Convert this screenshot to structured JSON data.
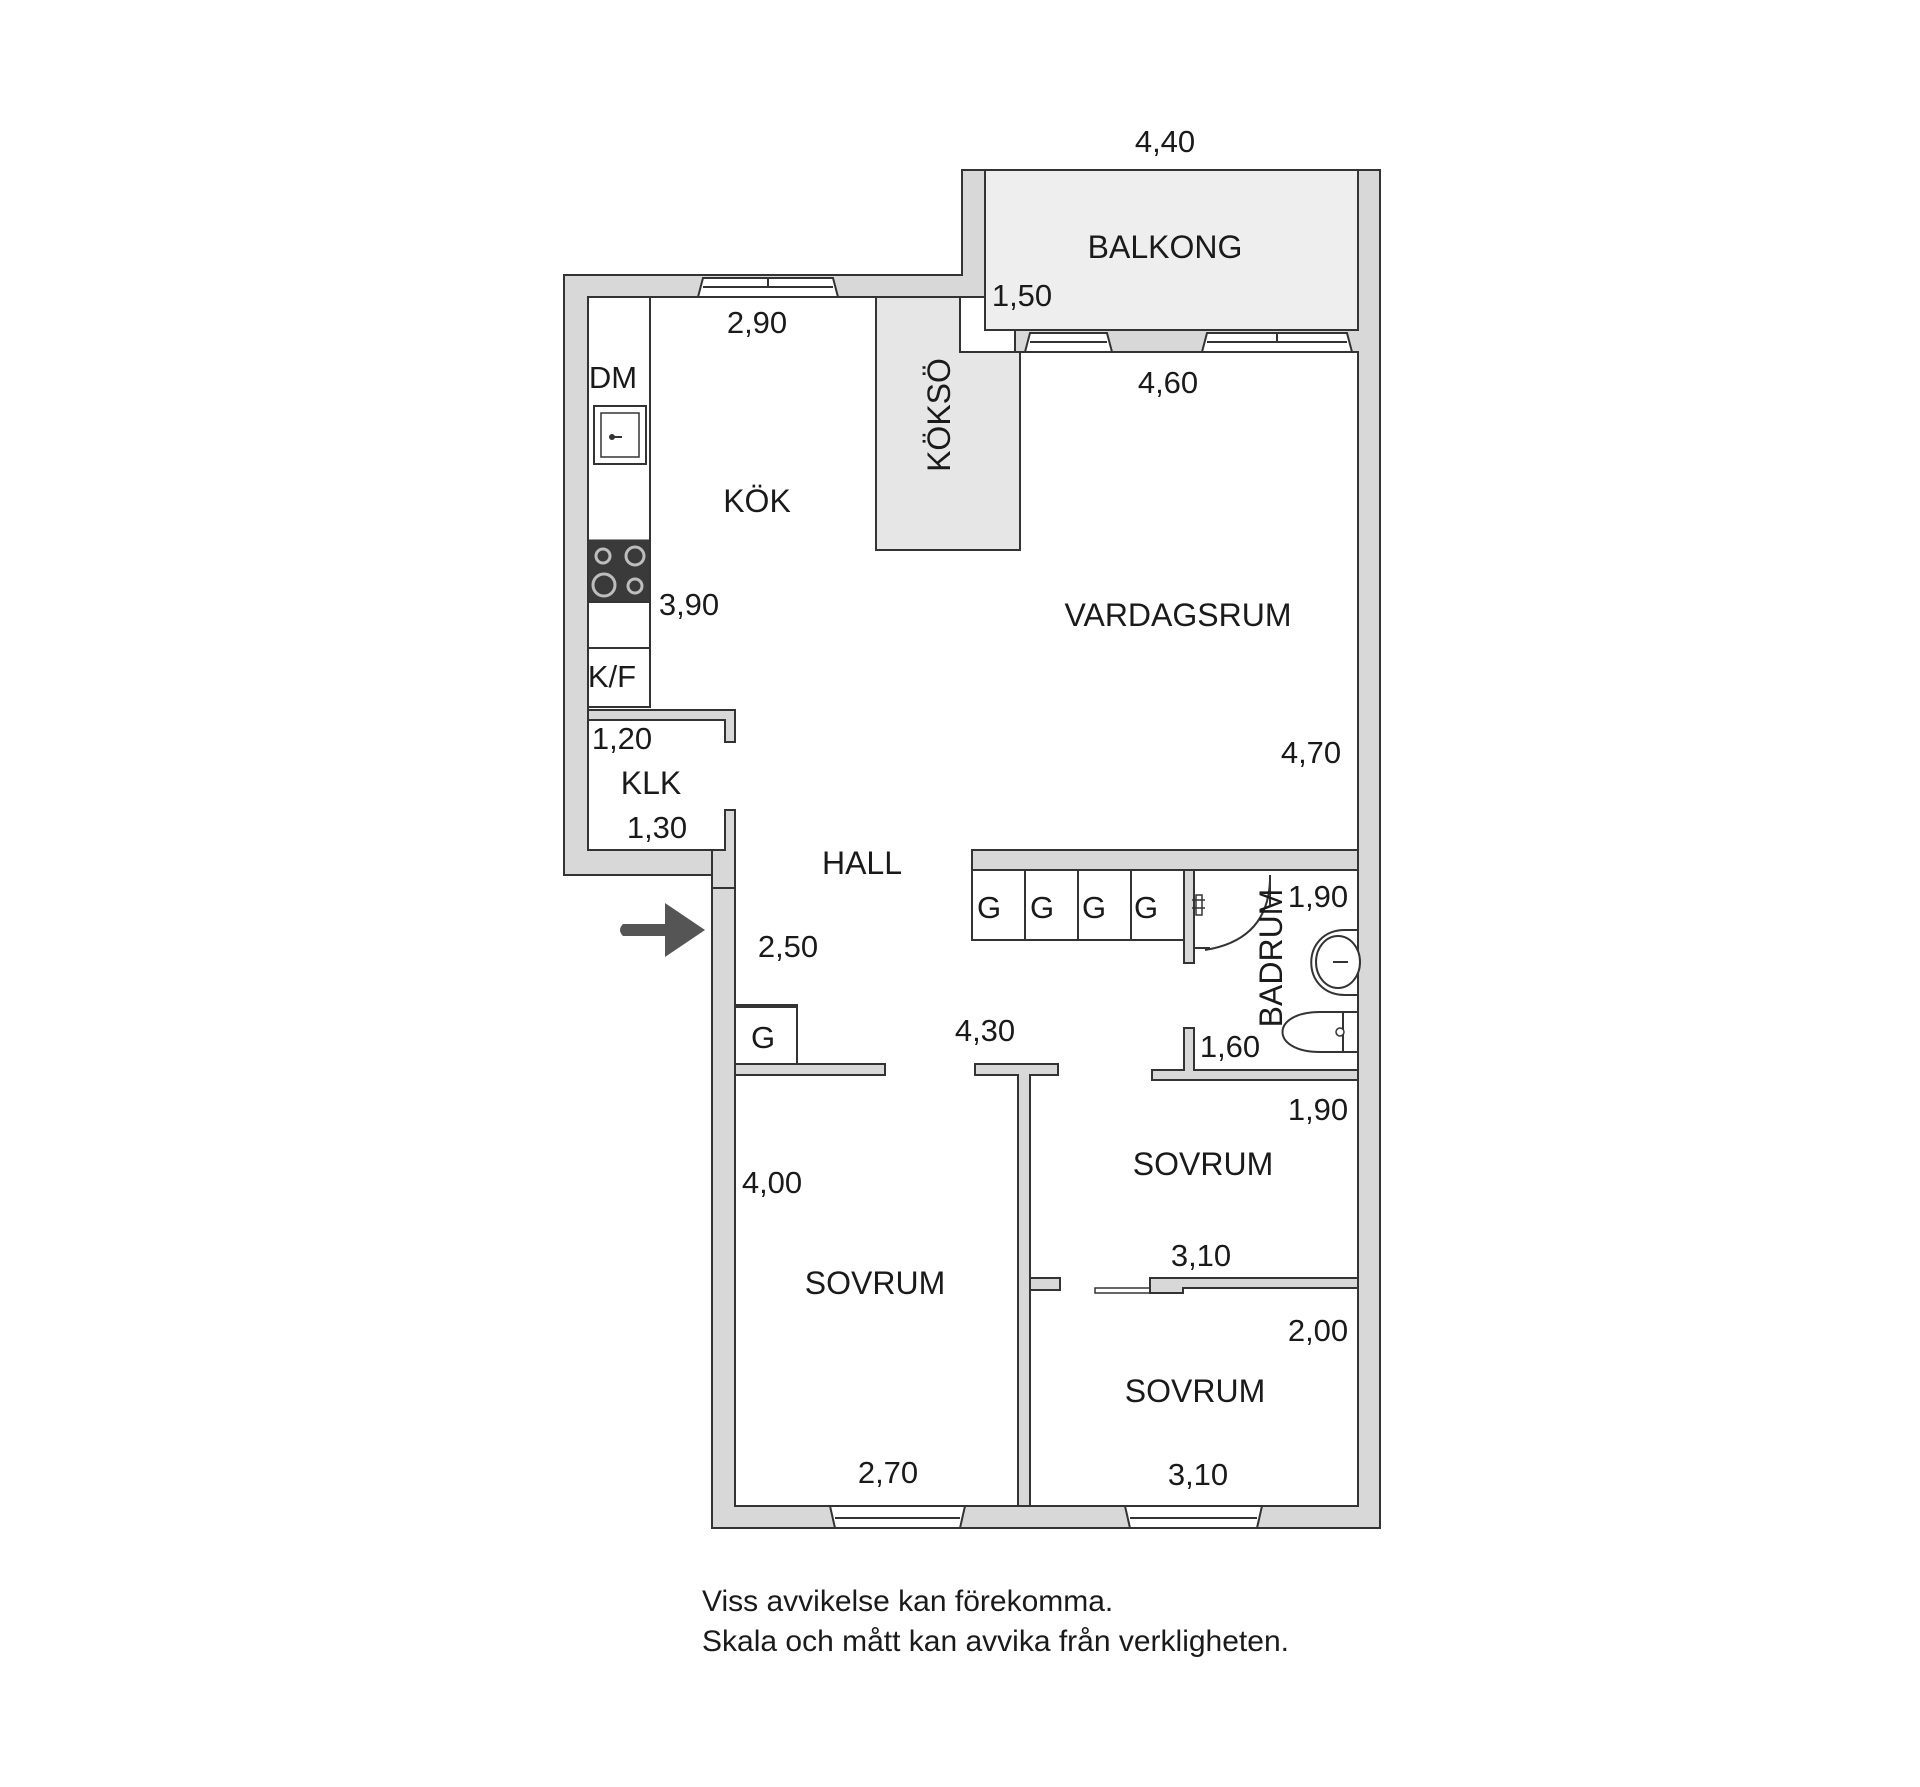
{
  "colors": {
    "wall_fill": "#d8d8d8",
    "outline": "#333333",
    "balcony": "#eeeeee",
    "island": "#e6e6e6",
    "stove": "#3a3a3a",
    "arrow": "#555555"
  },
  "rooms": {
    "balkong": "BALKONG",
    "kok": "KÖK",
    "koksö": "KÖKSÖ",
    "vardagsrum": "VARDAGSRUM",
    "klk": "KLK",
    "hall": "HALL",
    "badrum": "BADRUM",
    "sovrum_1": "SOVRUM",
    "sovrum_2": "SOVRUM",
    "sovrum_3": "SOVRUM"
  },
  "fixtures": {
    "dm": "DM",
    "kf": "K/F",
    "closet_g": [
      "G",
      "G",
      "G",
      "G"
    ],
    "hall_g": "G"
  },
  "dimensions": {
    "balkong_width": "4,40",
    "balkong_depth": "1,50",
    "kok_width": "2,90",
    "kok_length": "3,90",
    "vardagsrum_width": "4,60",
    "vardagsrum_length": "4,70",
    "klk_width": "1,20",
    "klk_length": "1,30",
    "hall_width": "2,50",
    "hall_length": "4,30",
    "badrum_width": "1,90",
    "badrum_length": "1,60",
    "sovrum_1_length": "4,00",
    "sovrum_1_width": "2,70",
    "sovrum_2_width": "1,90",
    "sovrum_2_length": "3,10",
    "sovrum_3_width": "2,00",
    "sovrum_3_length": "3,10"
  },
  "note": {
    "line1": "Viss avvikelse kan förekomma.",
    "line2": "Skala och mått kan avvika från verkligheten."
  }
}
